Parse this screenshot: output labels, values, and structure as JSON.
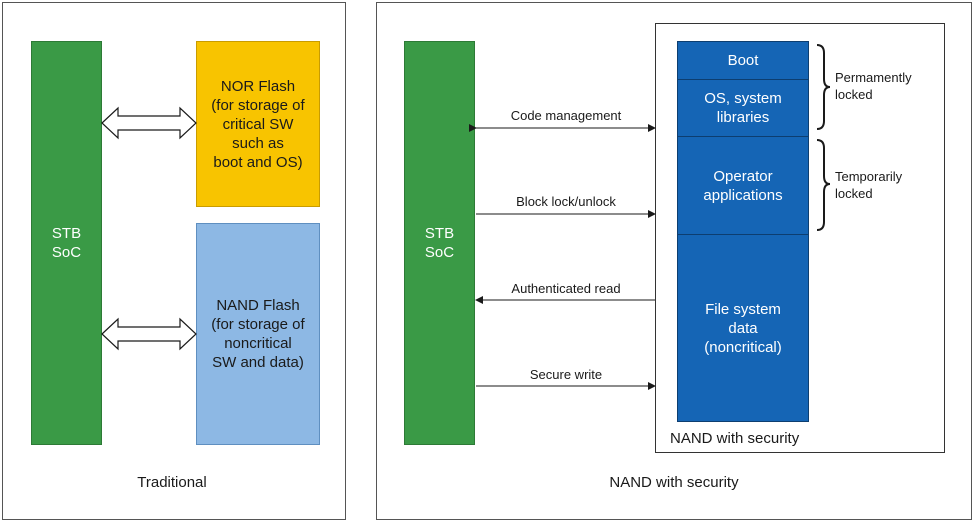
{
  "traditional": {
    "soc_label": "STB\nSoC",
    "nor_label": "NOR Flash\n(for storage of\ncritical SW\nsuch as\nboot and OS)",
    "nand_label": "NAND Flash\n(for storage of\nnoncritical\nSW and data)",
    "caption": "Traditional"
  },
  "secure": {
    "soc_label": "STB\nSoC",
    "arrows": [
      {
        "label": "Code management",
        "direction": "both"
      },
      {
        "label": "Block lock/unlock",
        "direction": "right"
      },
      {
        "label": "Authenticated read",
        "direction": "left"
      },
      {
        "label": "Secure write",
        "direction": "right"
      }
    ],
    "nand_blocks": [
      {
        "label": "Boot"
      },
      {
        "label": "OS, system\nlibraries"
      },
      {
        "label": "Operator\napplications"
      },
      {
        "label": "File system\ndata\n(noncritical)"
      }
    ],
    "brace_labels": {
      "permanent": "Permamently\nlocked",
      "temporary": "Temporarily\nlocked"
    },
    "nand_container_label": "NAND with security",
    "caption": "NAND with security"
  },
  "colors": {
    "soc_green": "#3a9a46",
    "nor_yellow": "#f8c400",
    "nand_light_blue": "#8db8e4",
    "nand_dark_blue": "#1565b5"
  }
}
